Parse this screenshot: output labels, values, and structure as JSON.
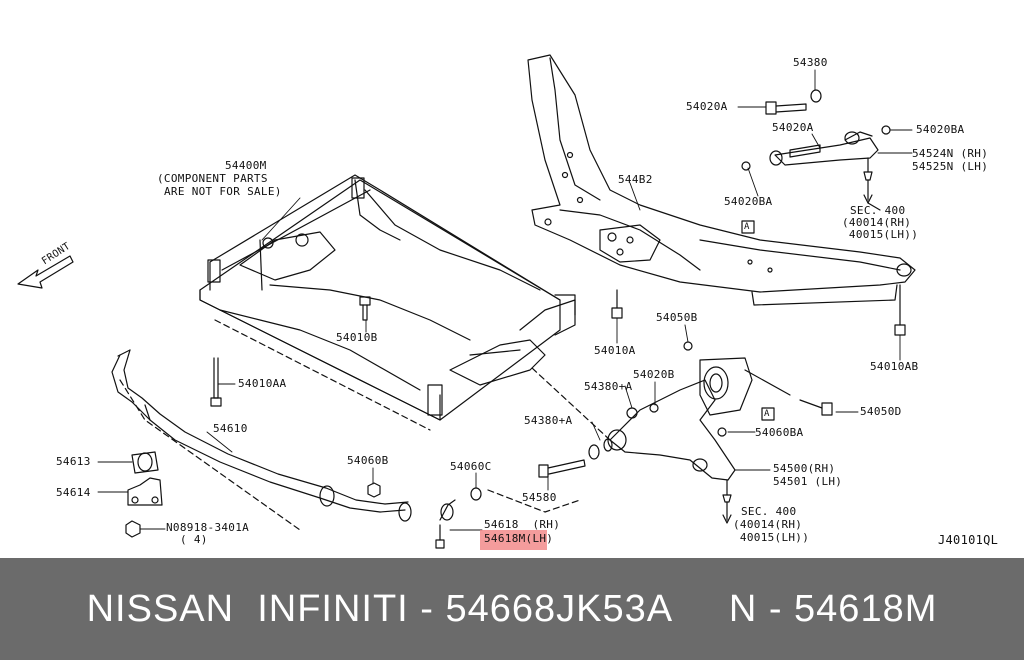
{
  "diagram": {
    "labels": {
      "p54380_top": "54380",
      "p54020a_1": "54020A",
      "p54020a_2": "54020A",
      "p54020ba_1": "54020BA",
      "p54524n": "54524N (RH)",
      "p54525n": "54525N (LH)",
      "p54020ba_2": "54020BA",
      "sec400_top": "SEC. 400",
      "sec400_top_rh": "(40014(RH)",
      "sec400_top_lh": " 40015(LH))",
      "p544b2": "544B2",
      "p54400m": "54400M",
      "comp_line1": "(COMPONENT PARTS",
      "comp_line2": "ARE NOT FOR SALE)",
      "front": "FRONT",
      "ref_a_1": "A",
      "ref_a_2": "A",
      "p54010b": "54010B",
      "p54010a": "54010A",
      "p54010ab": "54010AB",
      "p54050b": "54050B",
      "p54020b": "54020B",
      "p54380a_1": "54380+A",
      "p54380a_2": "54380+A",
      "p54050d": "54050D",
      "p54060ba": "54060BA",
      "p54010aa": "54010AA",
      "p54610": "54610",
      "p54613": "54613",
      "p54614": "54614",
      "p54060b": "54060B",
      "p54060c": "54060C",
      "p54580": "54580",
      "p54500": "54500(RH)",
      "p54501": "54501 (LH)",
      "sec400_bot": "SEC. 400",
      "sec400_bot_rh": "(40014(RH)",
      "sec400_bot_lh": " 40015(LH))",
      "p54618": "54618  (RH)",
      "p54618m": "54618M(LH)",
      "p08918": "N08918-3401A",
      "p08918_qty": "( 4)",
      "diagram_code": "J40101QL"
    }
  },
  "footer": {
    "text": "NISSAN  INFINITI - 54668JK53A     N - 54618M",
    "background": "#6b6b6b"
  },
  "highlight_color": "#f28b8b"
}
